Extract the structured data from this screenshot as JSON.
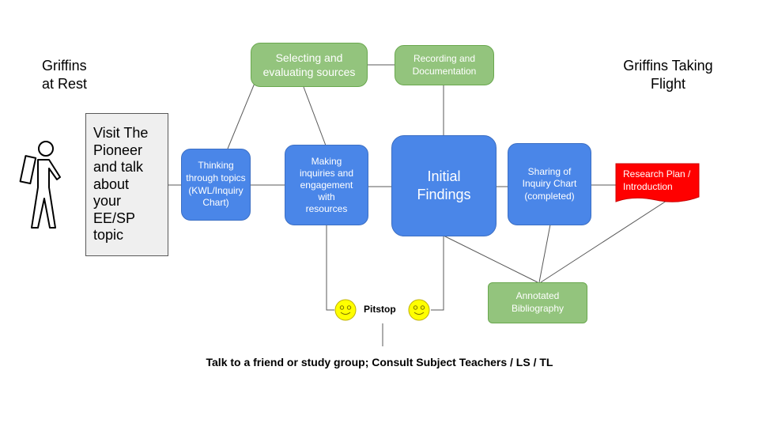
{
  "side_labels": {
    "left": "Griffins\nat Rest",
    "right": "Griffins Taking\nFlight"
  },
  "icons": {
    "walker": "person-walking-icon",
    "smiley": "smiley-face-icon"
  },
  "colors": {
    "blue": "#4a86e8",
    "green": "#93c47d",
    "red": "#ff0000",
    "grey": "#efefef",
    "yellow": "#ffff00"
  },
  "nodes": {
    "visit": "Visit The\nPioneer\nand talk\nabout\nyour\nEE/SP\ntopic",
    "thinking": "Thinking\nthrough topics\n(KWL/Inquiry\nChart)",
    "making": "Making\ninquiries and\nengagement\nwith\nresources",
    "selecting": "Selecting and\nevaluating sources",
    "recording": "Recording and\nDocumentation",
    "initial": "Initial\nFindings",
    "sharing": "Sharing of\nInquiry Chart\n(completed)",
    "research": "Research Plan /\nIntroduction",
    "annotated": "Annotated\nBibliography"
  },
  "pitstop": "Pitstop",
  "footer": "Talk to a friend or study group; Consult Subject Teachers / LS / TL"
}
